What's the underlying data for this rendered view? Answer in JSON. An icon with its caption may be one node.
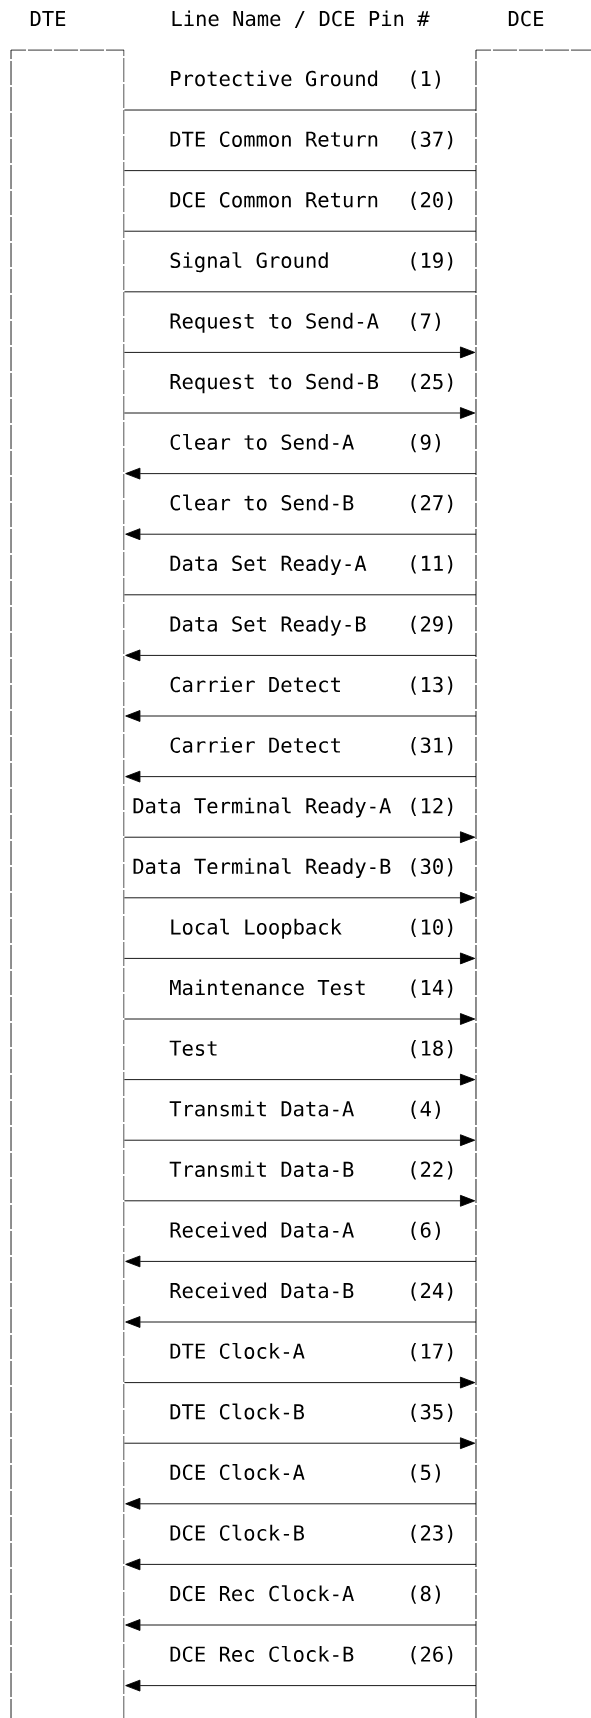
{
  "diagram": {
    "nodes": [
      {
        "text": [
          "DTE"
        ]
      },
      {
        "text": [
          "DCE"
        ]
      }
    ],
    "edges": [
      {
        "from": 0,
        "to": 1,
        "arrow": "none",
        "label": "Protective Ground"
      },
      {
        "from": 0,
        "to": 1,
        "arrow": "none",
        "label": "DTE Common Return"
      },
      {
        "from": 0,
        "to": 1,
        "arrow": "none",
        "label": "DCE Common Return"
      },
      {
        "from": 0,
        "to": 1,
        "arrow": "none",
        "label": "Signal Ground"
      },
      {
        "from": 0,
        "to": 1,
        "arrow": "to",
        "label": "Request to Send-A"
      },
      {
        "from": 0,
        "to": 1,
        "arrow": "to",
        "label": "Request to Send-B"
      },
      {
        "from": 1,
        "to": 0,
        "arrow": "to",
        "label": "Clear to Send-A"
      },
      {
        "from": 1,
        "to": 0,
        "arrow": "to",
        "label": "Clear to Send-B"
      },
      {
        "from": 1,
        "to": 0,
        "arrow": "none",
        "label": "Data Set Ready-A"
      },
      {
        "from": 1,
        "to": 0,
        "arrow": "to",
        "label": "Data Set Ready-B"
      },
      {
        "from": 1,
        "to": 0,
        "arrow": "to",
        "label": "Carrier Detect"
      },
      {
        "from": 1,
        "to": 0,
        "arrow": "to",
        "label": "Carrier Detect"
      },
      {
        "from": 0,
        "to": 1,
        "arrow": "to",
        "label": "Data Terminal Ready-A"
      },
      {
        "from": 0,
        "to": 1,
        "arrow": "to",
        "label": "Data Terminal Ready-B"
      },
      {
        "from": 0,
        "to": 1,
        "arrow": "to",
        "label": "Local Loopback"
      },
      {
        "from": 0,
        "to": 1,
        "arrow": "to",
        "label": "Maintenance Test"
      },
      {
        "from": 0,
        "to": 1,
        "arrow": "to",
        "label": "Test"
      },
      {
        "from": 0,
        "to": 1,
        "arrow": "to",
        "label": "Transmit Data-A"
      },
      {
        "from": 0,
        "to": 1,
        "arrow": "to",
        "label": "Transmit Data-B"
      },
      {
        "from": 1,
        "to": 0,
        "arrow": "to",
        "label": "Received Data-A"
      },
      {
        "from": 1,
        "to": 0,
        "arrow": "to",
        "label": "Received Data-B"
      },
      {
        "from": 0,
        "to": 1,
        "arrow": "to",
        "label": "DTE Clock-A"
      },
      {
        "from": 0,
        "to": 1,
        "arrow": "to",
        "label": "DTE Clock-B"
      },
      {
        "from": 1,
        "to": 0,
        "arrow": "to",
        "label": "DCE Clock-A"
      },
      {
        "from": 1,
        "to": 0,
        "arrow": "to",
        "label": "DCE Clock-B"
      },
      {
        "from": 1,
        "to": 0,
        "arrow": "to",
        "label": "DCE Rec Clock-A"
      },
      {
        "from": 1,
        "to": 0,
        "arrow": "to",
        "label": "DCE Rec Clock-B"
      }
    ],
    "labels": [
      "Line Name / DCE Pin #",
      "(1)",
      "(37)",
      "(20)",
      "(19)",
      "(7)",
      "(25)",
      "(9)",
      "(27)",
      "(11)",
      "(29)",
      "(13)",
      "(31)",
      "(12)",
      "(30)",
      "(10)",
      "(14)",
      "(18)",
      "(4)",
      "(22)",
      "(6)",
      "(24)",
      "(17)",
      "(35)",
      "(5)",
      "(23)",
      "(8)",
      "(26)"
    ]
  }
}
